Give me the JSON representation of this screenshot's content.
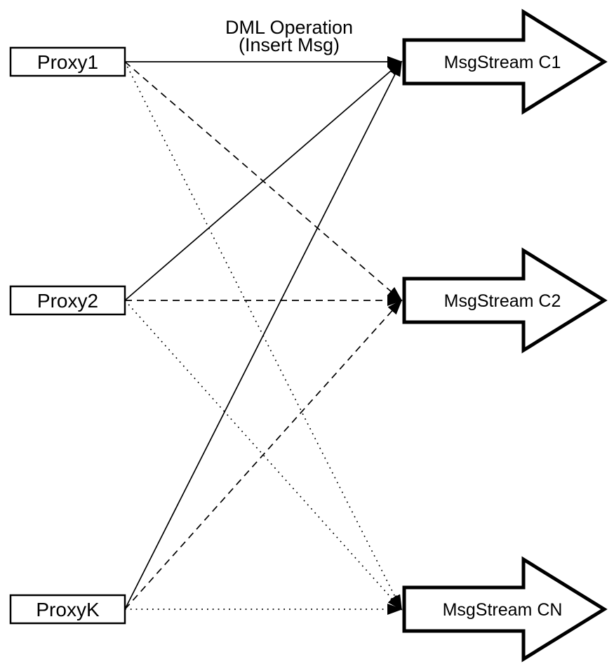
{
  "diagram": {
    "background": "#ffffff",
    "ink": "#000000",
    "annotation": {
      "line1": "DML Operation",
      "line2": "(Insert Msg)"
    },
    "proxies": [
      {
        "id": "proxy1",
        "label": "Proxy1"
      },
      {
        "id": "proxy2",
        "label": "Proxy2"
      },
      {
        "id": "proxyK",
        "label": "ProxyK"
      }
    ],
    "streams": [
      {
        "id": "c1",
        "label": "MsgStream C1",
        "edge_style": "solid"
      },
      {
        "id": "c2",
        "label": "MsgStream C2",
        "edge_style": "dashed"
      },
      {
        "id": "cn",
        "label": "MsgStream CN",
        "edge_style": "dotted"
      }
    ],
    "edges": [
      {
        "from": "proxy1",
        "to": "c1",
        "style": "solid"
      },
      {
        "from": "proxy2",
        "to": "c1",
        "style": "solid"
      },
      {
        "from": "proxyK",
        "to": "c1",
        "style": "solid"
      },
      {
        "from": "proxy1",
        "to": "c2",
        "style": "dashed"
      },
      {
        "from": "proxy2",
        "to": "c2",
        "style": "dashed"
      },
      {
        "from": "proxyK",
        "to": "c2",
        "style": "dashed"
      },
      {
        "from": "proxy1",
        "to": "cn",
        "style": "dotted"
      },
      {
        "from": "proxy2",
        "to": "cn",
        "style": "dotted"
      },
      {
        "from": "proxyK",
        "to": "cn",
        "style": "dotted"
      }
    ]
  }
}
